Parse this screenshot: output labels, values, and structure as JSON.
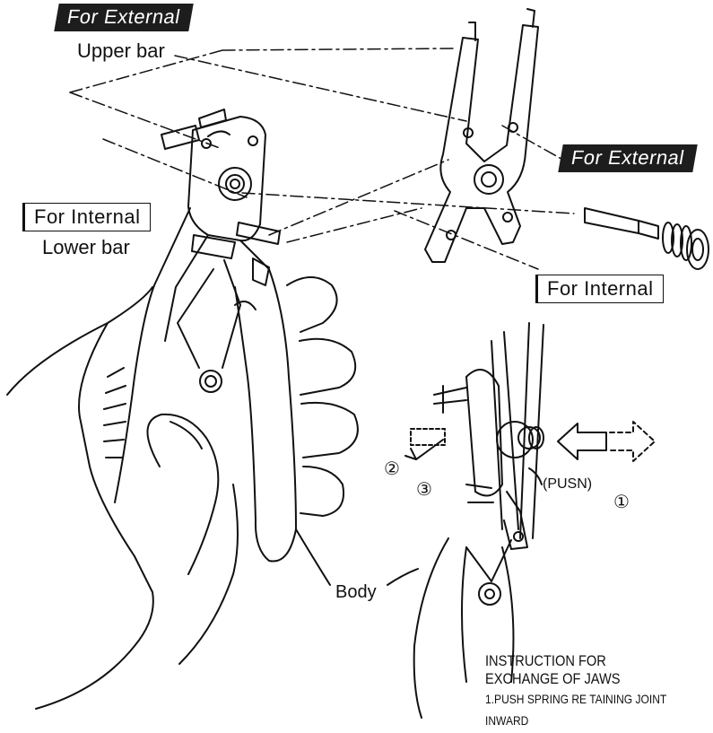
{
  "labels": {
    "for_external_top": "For External",
    "upper_bar": "Upper bar",
    "for_internal_left": "For Internal",
    "lower_bar": "Lower bar",
    "for_external_right": "For External",
    "for_internal_right": "For Internal",
    "body": "Body",
    "step_1": "①",
    "step_2": "②",
    "step_3": "③",
    "push_note": "(PUSN)"
  },
  "instruction": {
    "line1": "INSTRUCTION FOR",
    "line2": "EXCHANGE OF JAWS",
    "line3": "1.PUSH SPRING RE TAINING JOINT",
    "line4": "INWARD"
  },
  "colors": {
    "ink": "#111111",
    "label_fill": "#1d1d1d",
    "background": "#ffffff"
  }
}
